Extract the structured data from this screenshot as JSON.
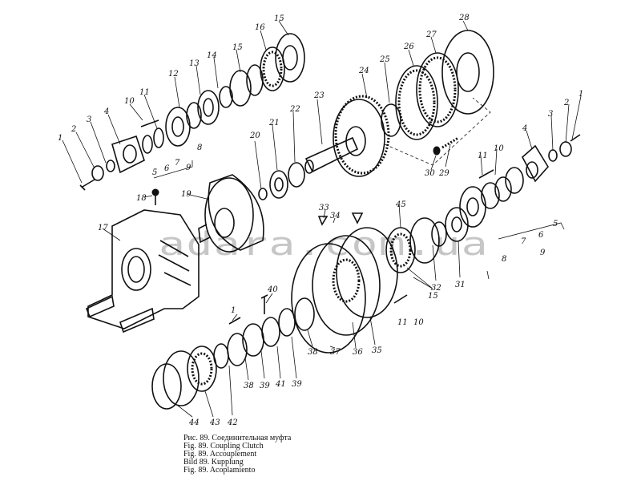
{
  "watermark": "adara.com.ua",
  "caption": [
    "Рис. 89. Соединительная муфта",
    "Fig. 89. Coupling Clutch",
    "Fig. 89. Accouplement",
    "Bild 89. Kupplung",
    "Fig. 89. Acoplamiento"
  ],
  "labels": [
    "1",
    "2",
    "3",
    "4",
    "5",
    "6",
    "7",
    "8",
    "9",
    "10",
    "11",
    "12",
    "13",
    "14",
    "15",
    "16",
    "17",
    "18",
    "19",
    "20",
    "21",
    "22",
    "23",
    "24",
    "25",
    "26",
    "27",
    "28",
    "29",
    "30",
    "31",
    "32",
    "33",
    "34",
    "35",
    "36",
    "37",
    "38",
    "39",
    "40",
    "41",
    "42",
    "43",
    "44",
    "45"
  ]
}
